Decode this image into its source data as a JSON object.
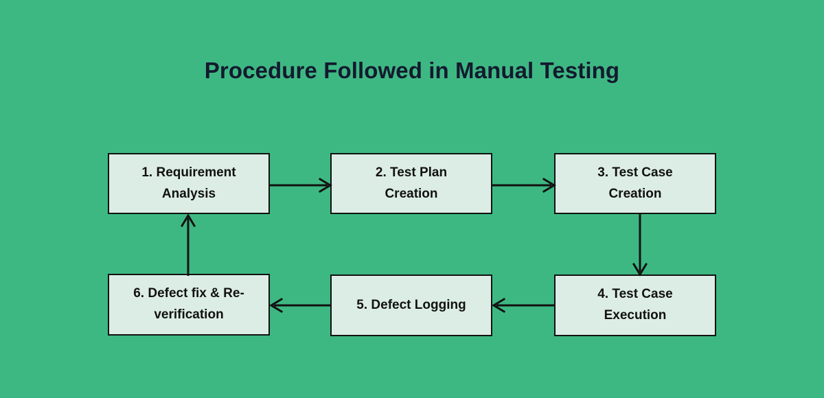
{
  "page": {
    "title": "Procedure Followed in Manual Testing",
    "background_color": "#3EB883",
    "node_fill_color": "#DCEDE5",
    "node_border_color": "#111111",
    "text_color": "#111111",
    "title_color": "#131a2e"
  },
  "chart_data": {
    "type": "diagram",
    "diagram_type": "flowchart-cycle",
    "title": "Procedure Followed in Manual Testing",
    "nodes": [
      {
        "id": "1",
        "label": "1. Requirement Analysis",
        "line1": "1. Requirement",
        "line2": "Analysis",
        "row": "top",
        "col": 1
      },
      {
        "id": "2",
        "label": "2. Test Plan Creation",
        "line1": "2.  Test Plan",
        "line2": "Creation",
        "row": "top",
        "col": 2
      },
      {
        "id": "3",
        "label": "3. Test Case Creation",
        "line1": "3.  Test Case",
        "line2": "Creation",
        "row": "top",
        "col": 3
      },
      {
        "id": "4",
        "label": "4. Test Case Execution",
        "line1": "4.  Test Case",
        "line2": "Execution",
        "row": "bottom",
        "col": 3
      },
      {
        "id": "5",
        "label": "5. Defect Logging",
        "line1": "5. Defect Logging",
        "line2": "",
        "row": "bottom",
        "col": 2
      },
      {
        "id": "6",
        "label": "6. Defect fix & Re-verification",
        "line1": "6. Defect fix & Re-",
        "line2": "verification",
        "row": "bottom",
        "col": 1
      }
    ],
    "edges": [
      {
        "from": "1",
        "to": "2",
        "direction": "right"
      },
      {
        "from": "2",
        "to": "3",
        "direction": "right"
      },
      {
        "from": "3",
        "to": "4",
        "direction": "down"
      },
      {
        "from": "4",
        "to": "5",
        "direction": "left"
      },
      {
        "from": "5",
        "to": "6",
        "direction": "left"
      },
      {
        "from": "6",
        "to": "1",
        "direction": "up"
      }
    ]
  }
}
